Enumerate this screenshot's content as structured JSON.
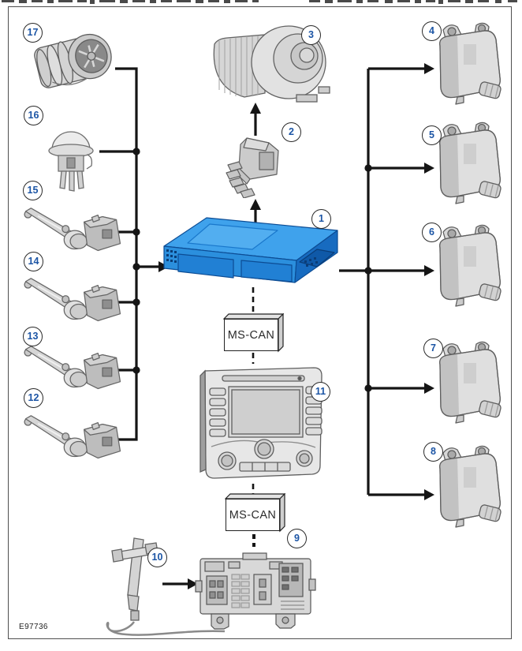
{
  "diagram": {
    "figure_code": "E97736",
    "bus_labels": {
      "upper": "MS-CAN",
      "lower": "MS-CAN"
    },
    "callouts": {
      "c1": "1",
      "c2": "2",
      "c3": "3",
      "c4": "4",
      "c5": "5",
      "c6": "6",
      "c7": "7",
      "c8": "8",
      "c9": "9",
      "c10": "10",
      "c11": "11",
      "c12": "12",
      "c13": "13",
      "c14": "14",
      "c15": "15",
      "c16": "16",
      "c17": "17"
    },
    "colors": {
      "module_highlight": "#2f93e0",
      "connection_line": "#151515",
      "callout_number": "#1c55a5",
      "component_gray": "#d6d6d6"
    }
  }
}
